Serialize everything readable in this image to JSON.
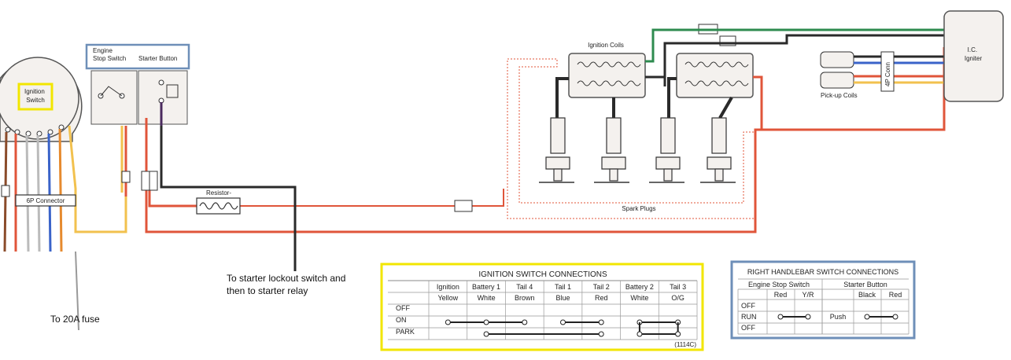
{
  "components": {
    "ignition_switch": "Ignition\nSwitch",
    "engine_stop_switch": "Engine\nStop Switch",
    "starter_button": "Starter Button",
    "six_p_connector": "6P Connector",
    "resistor": "Resistor-",
    "ignition_coils": "Ignition Coils",
    "spark_plugs": "Spark Plugs",
    "ic_igniter": "I.C.\nIgniter",
    "pickup_coils": "Pick-up Coils",
    "four_p_conn": "4P Conn"
  },
  "notes": {
    "starter_lockout": "To starter lockout switch and\nthen to starter relay",
    "fuse": "To 20A fuse"
  },
  "ignition_table": {
    "title": "IGNITION SWITCH CONNECTIONS",
    "headers": [
      "Ignition",
      "Battery 1",
      "Tail 4",
      "Tail 1",
      "Tail 2",
      "Battery 2",
      "Tail 3"
    ],
    "colors": [
      "Yellow",
      "White",
      "Brown",
      "Blue",
      "Red",
      "White",
      "O/G"
    ],
    "rows": [
      "OFF",
      "ON",
      "PARK"
    ],
    "code": "(1114C)"
  },
  "handlebar_table": {
    "title": "RIGHT HANDLEBAR SWITCH CONNECTIONS",
    "group1": "Engine Stop Switch",
    "group2": "Starter Button",
    "group1_cols": [
      "Red",
      "Y/R"
    ],
    "group2_cols": [
      "Black",
      "Red"
    ],
    "rows": [
      "OFF",
      "RUN",
      "OFF"
    ],
    "run_push": "Push"
  },
  "colors": {
    "highlight_yellow": "#f2e600",
    "highlight_blue": "#6e8fb8",
    "wire_red": "#e0553a",
    "wire_black": "#2a2a2a",
    "wire_green": "#2e8b4f",
    "wire_blue": "#3a63c9",
    "wire_yellow": "#f2c14e",
    "wire_brown": "#8a4b2a",
    "wire_orange": "#e68a2e",
    "wire_purple": "#4a2a5e"
  }
}
